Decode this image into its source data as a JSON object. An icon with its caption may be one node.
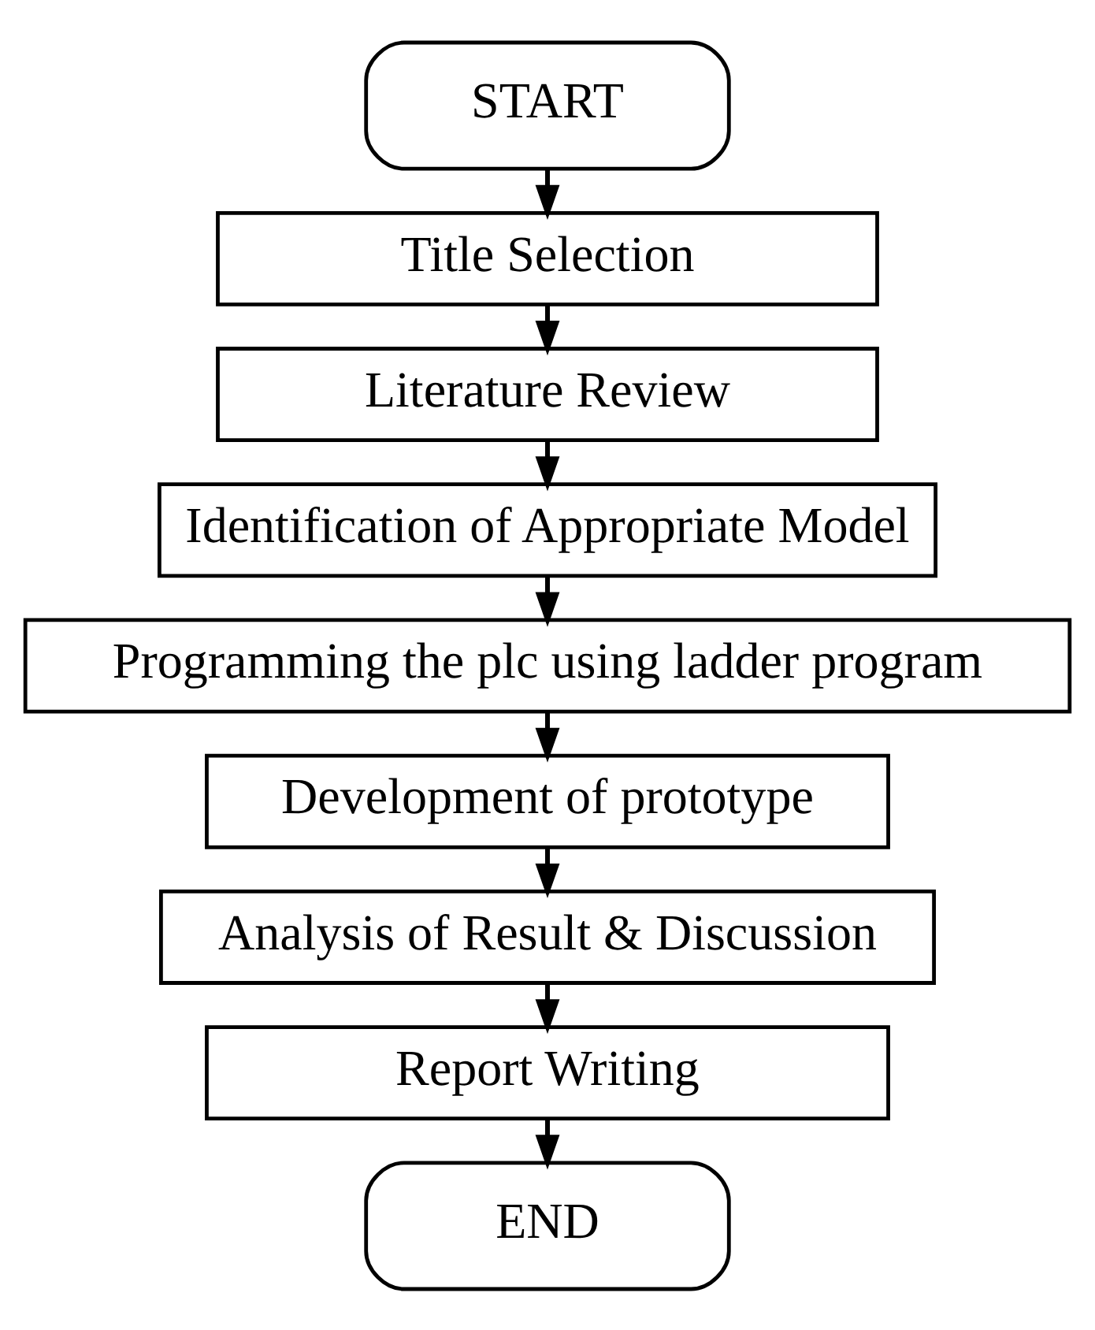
{
  "diagram": {
    "nodes": [
      {
        "text": [
          "START"
        ]
      },
      {
        "text": [
          "Title Selection"
        ]
      },
      {
        "text": [
          "Literature Review"
        ]
      },
      {
        "text": [
          "Identification of Appropriate Model"
        ]
      },
      {
        "text": [
          "Programming the plc using ladder program"
        ]
      },
      {
        "text": [
          "Development of prototype"
        ]
      },
      {
        "text": [
          "Analysis of Result & Discussion"
        ]
      },
      {
        "text": [
          "Report Writing"
        ]
      },
      {
        "text": [
          "END"
        ]
      }
    ],
    "edges": [
      {
        "from": 0,
        "to": 1,
        "arrow": "to"
      },
      {
        "from": 1,
        "to": 2,
        "arrow": "to"
      },
      {
        "from": 2,
        "to": 3,
        "arrow": "to"
      },
      {
        "from": 3,
        "to": 4,
        "arrow": "to"
      },
      {
        "from": 4,
        "to": 5,
        "arrow": "to"
      },
      {
        "from": 5,
        "to": 6,
        "arrow": "to"
      },
      {
        "from": 6,
        "to": 7,
        "arrow": "to"
      },
      {
        "from": 7,
        "to": 8,
        "arrow": "to"
      }
    ]
  }
}
